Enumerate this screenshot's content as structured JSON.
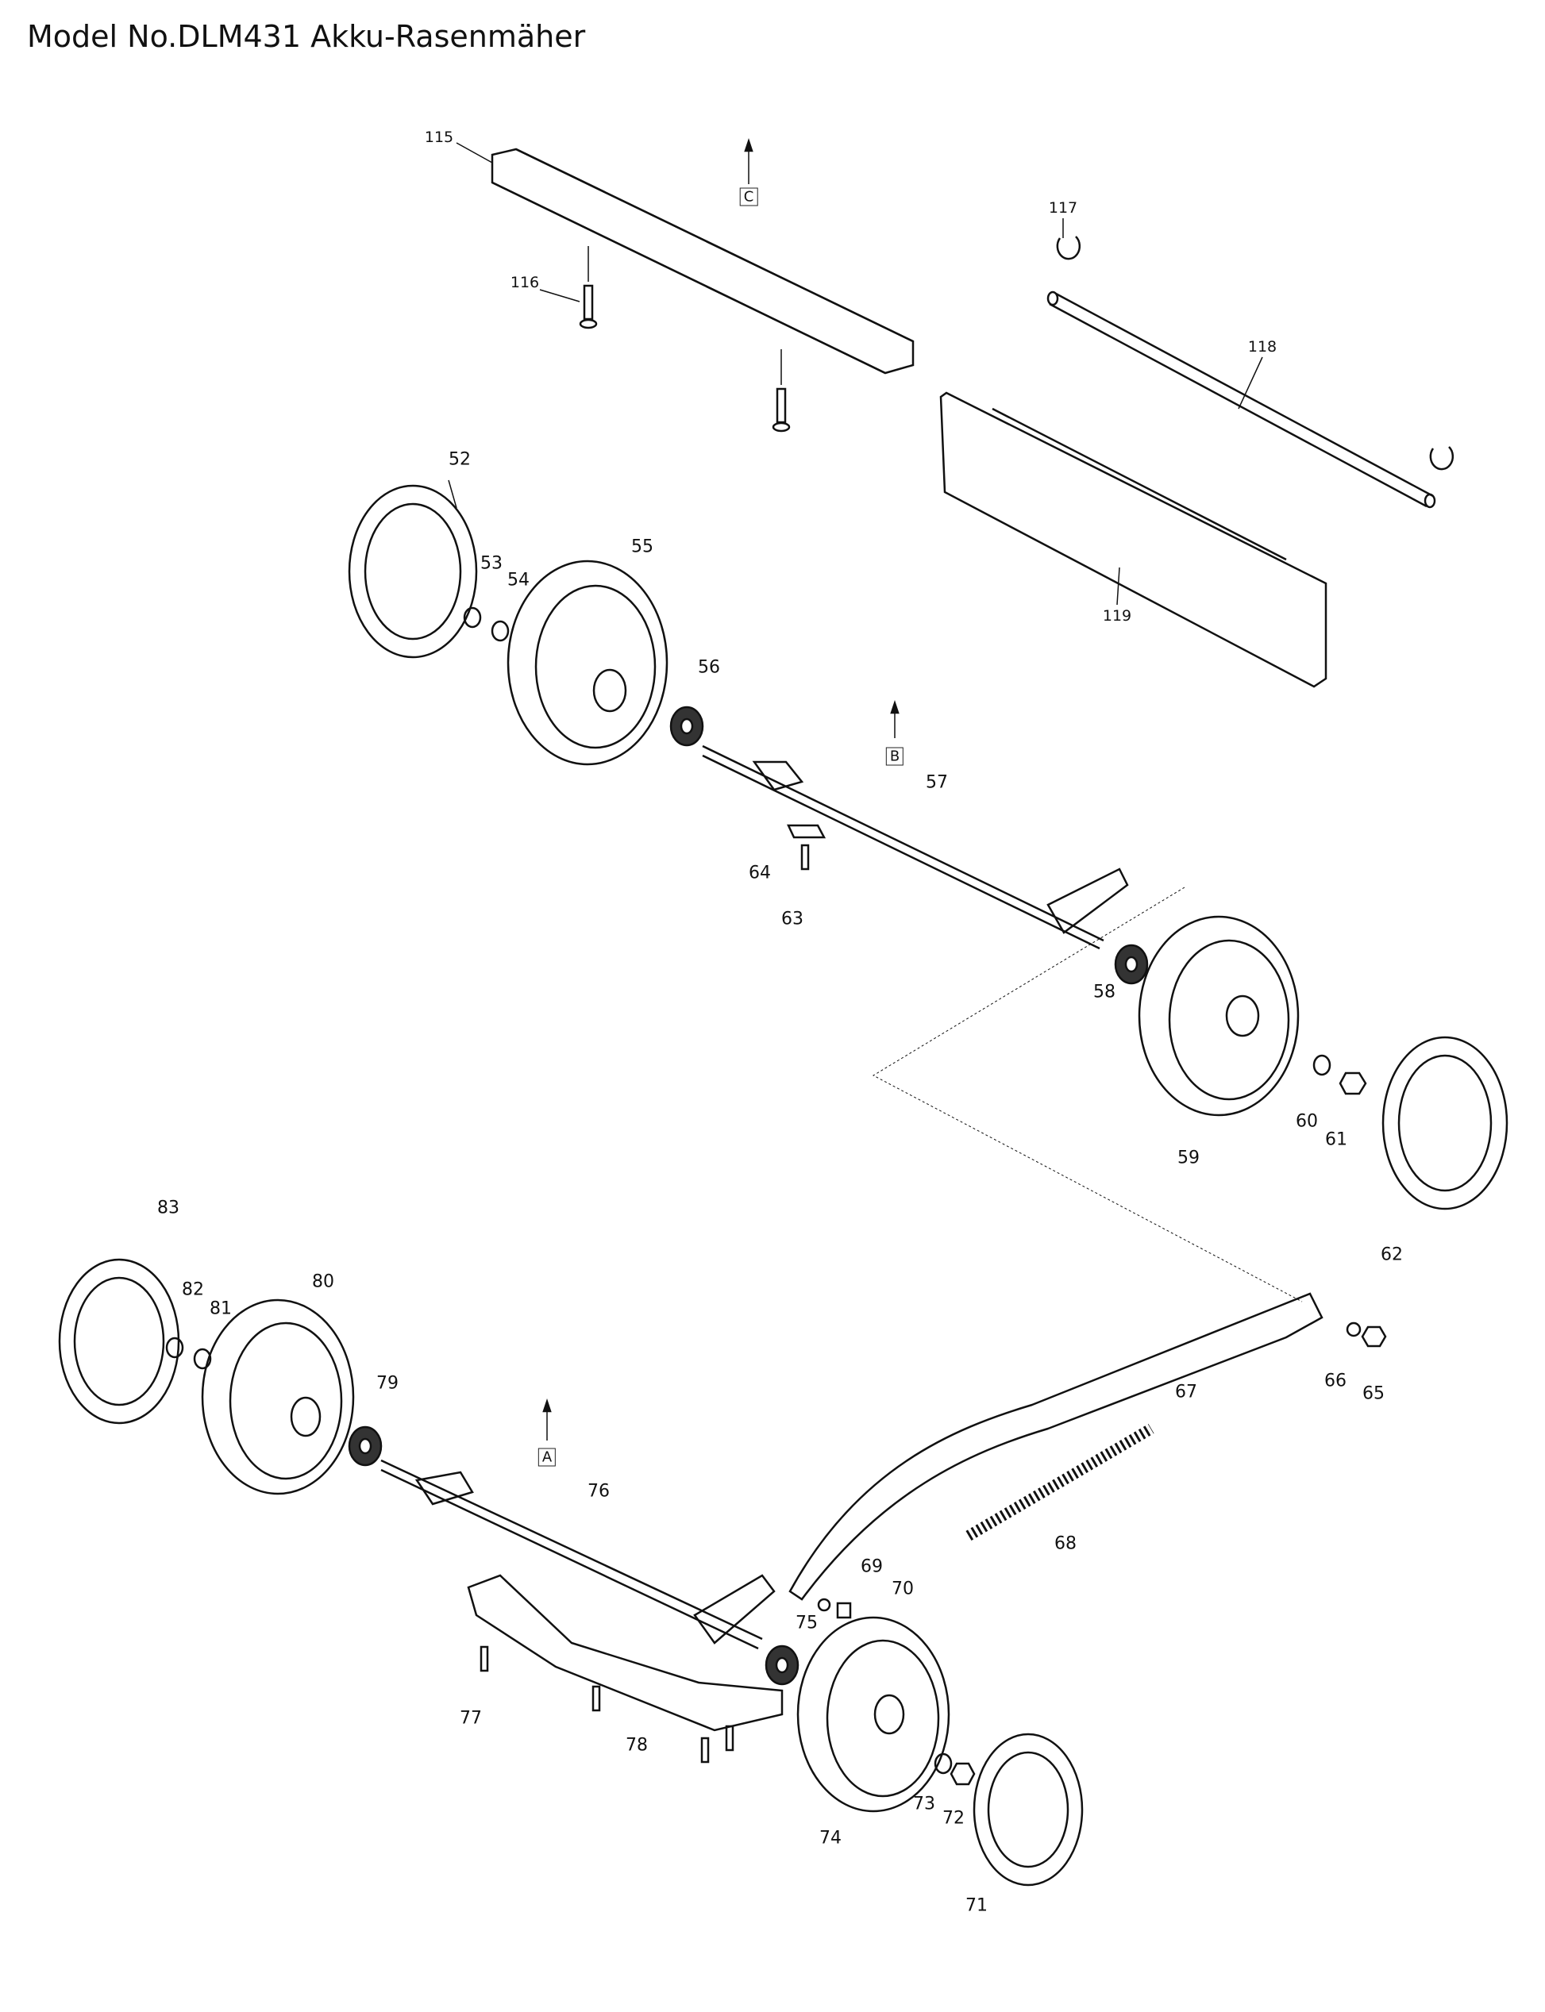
{
  "title": "Model No.DLM431 Akku-Rasenmäher",
  "markers": [
    "C",
    "B",
    "A"
  ],
  "parts": [
    "115",
    "116",
    "117",
    "118",
    "119",
    "52",
    "53",
    "54",
    "55",
    "56",
    "57",
    "58",
    "59",
    "60",
    "61",
    "62",
    "63",
    "64",
    "65",
    "66",
    "67",
    "68",
    "69",
    "70",
    "71",
    "72",
    "73",
    "74",
    "75",
    "76",
    "77",
    "78",
    "79",
    "80",
    "81",
    "82",
    "83"
  ]
}
